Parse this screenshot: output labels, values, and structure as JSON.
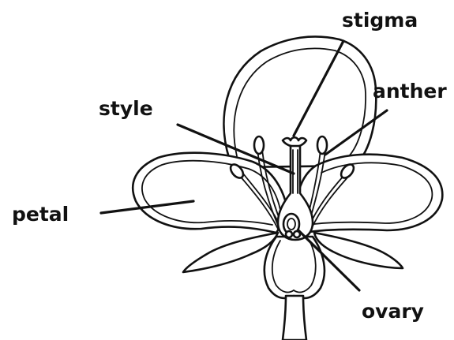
{
  "diagram": {
    "labels": {
      "stigma": "stigma",
      "anther": "anther",
      "style": "style",
      "petal": "petal",
      "ovary": "ovary"
    },
    "colors": {
      "ink": "#111111",
      "background": "#ffffff"
    }
  }
}
